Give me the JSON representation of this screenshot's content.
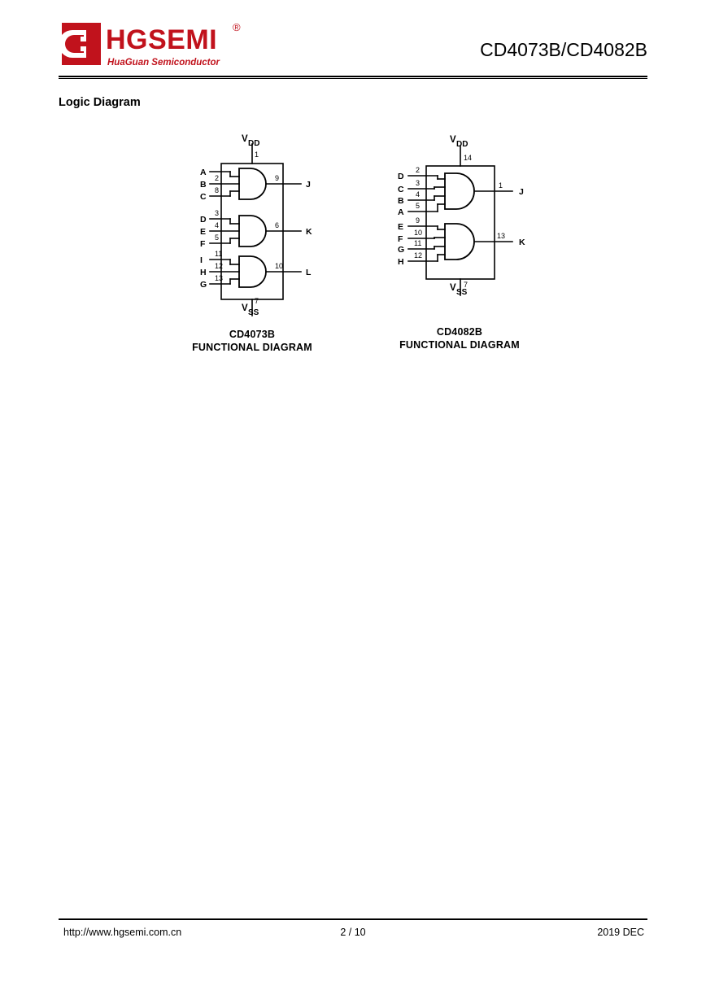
{
  "header": {
    "logo_text": "HGSEMI",
    "logo_registered": "®",
    "logo_tagline": "HuaGuan Semiconductor",
    "doc_title": "CD4073B/CD4082B"
  },
  "section": {
    "heading": "Logic Diagram"
  },
  "diagrams": [
    {
      "id": "cd4073b",
      "caption_line1": "CD4073B",
      "caption_line2": "FUNCTIONAL DIAGRAM",
      "power": {
        "vdd_label": "V",
        "vdd_sub": "DD",
        "vdd_pin": "1",
        "vss_label": "V",
        "vss_sub": "SS",
        "vss_pin": "7"
      },
      "gates": [
        {
          "inputs": [
            {
              "label": "A",
              "pin": ""
            },
            {
              "label": "B",
              "pin": "2"
            },
            {
              "label": "C",
              "pin": "8"
            }
          ],
          "output": {
            "label": "J",
            "pin": "9"
          }
        },
        {
          "inputs": [
            {
              "label": "D",
              "pin": "3"
            },
            {
              "label": "E",
              "pin": "4"
            },
            {
              "label": "F",
              "pin": "5"
            }
          ],
          "output": {
            "label": "K",
            "pin": "6"
          }
        },
        {
          "inputs": [
            {
              "label": "I",
              "pin": "11"
            },
            {
              "label": "H",
              "pin": "12"
            },
            {
              "label": "G",
              "pin": "13"
            }
          ],
          "output": {
            "label": "L",
            "pin": "10"
          }
        }
      ]
    },
    {
      "id": "cd4082b",
      "caption_line1": "CD4082B",
      "caption_line2": "FUNCTIONAL DIAGRAM",
      "power": {
        "vdd_label": "V",
        "vdd_sub": "DD",
        "vdd_pin": "14",
        "vss_label": "V",
        "vss_sub": "SS",
        "vss_pin": "7"
      },
      "gates": [
        {
          "inputs": [
            {
              "label": "D",
              "pin": "2"
            },
            {
              "label": "C",
              "pin": "3"
            },
            {
              "label": "B",
              "pin": "4"
            },
            {
              "label": "A",
              "pin": "5"
            }
          ],
          "output": {
            "label": "J",
            "pin": "1"
          }
        },
        {
          "inputs": [
            {
              "label": "E",
              "pin": "9"
            },
            {
              "label": "F",
              "pin": "10"
            },
            {
              "label": "G",
              "pin": "11"
            },
            {
              "label": "H",
              "pin": "12"
            }
          ],
          "output": {
            "label": "K",
            "pin": "13"
          }
        }
      ]
    }
  ],
  "footer": {
    "url": "http://www.hgsemi.com.cn",
    "page": "2 / 10",
    "date": "2019 DEC"
  },
  "colors": {
    "brand_red": "#c1121c",
    "ink": "#000000",
    "page_bg": "#ffffff"
  }
}
